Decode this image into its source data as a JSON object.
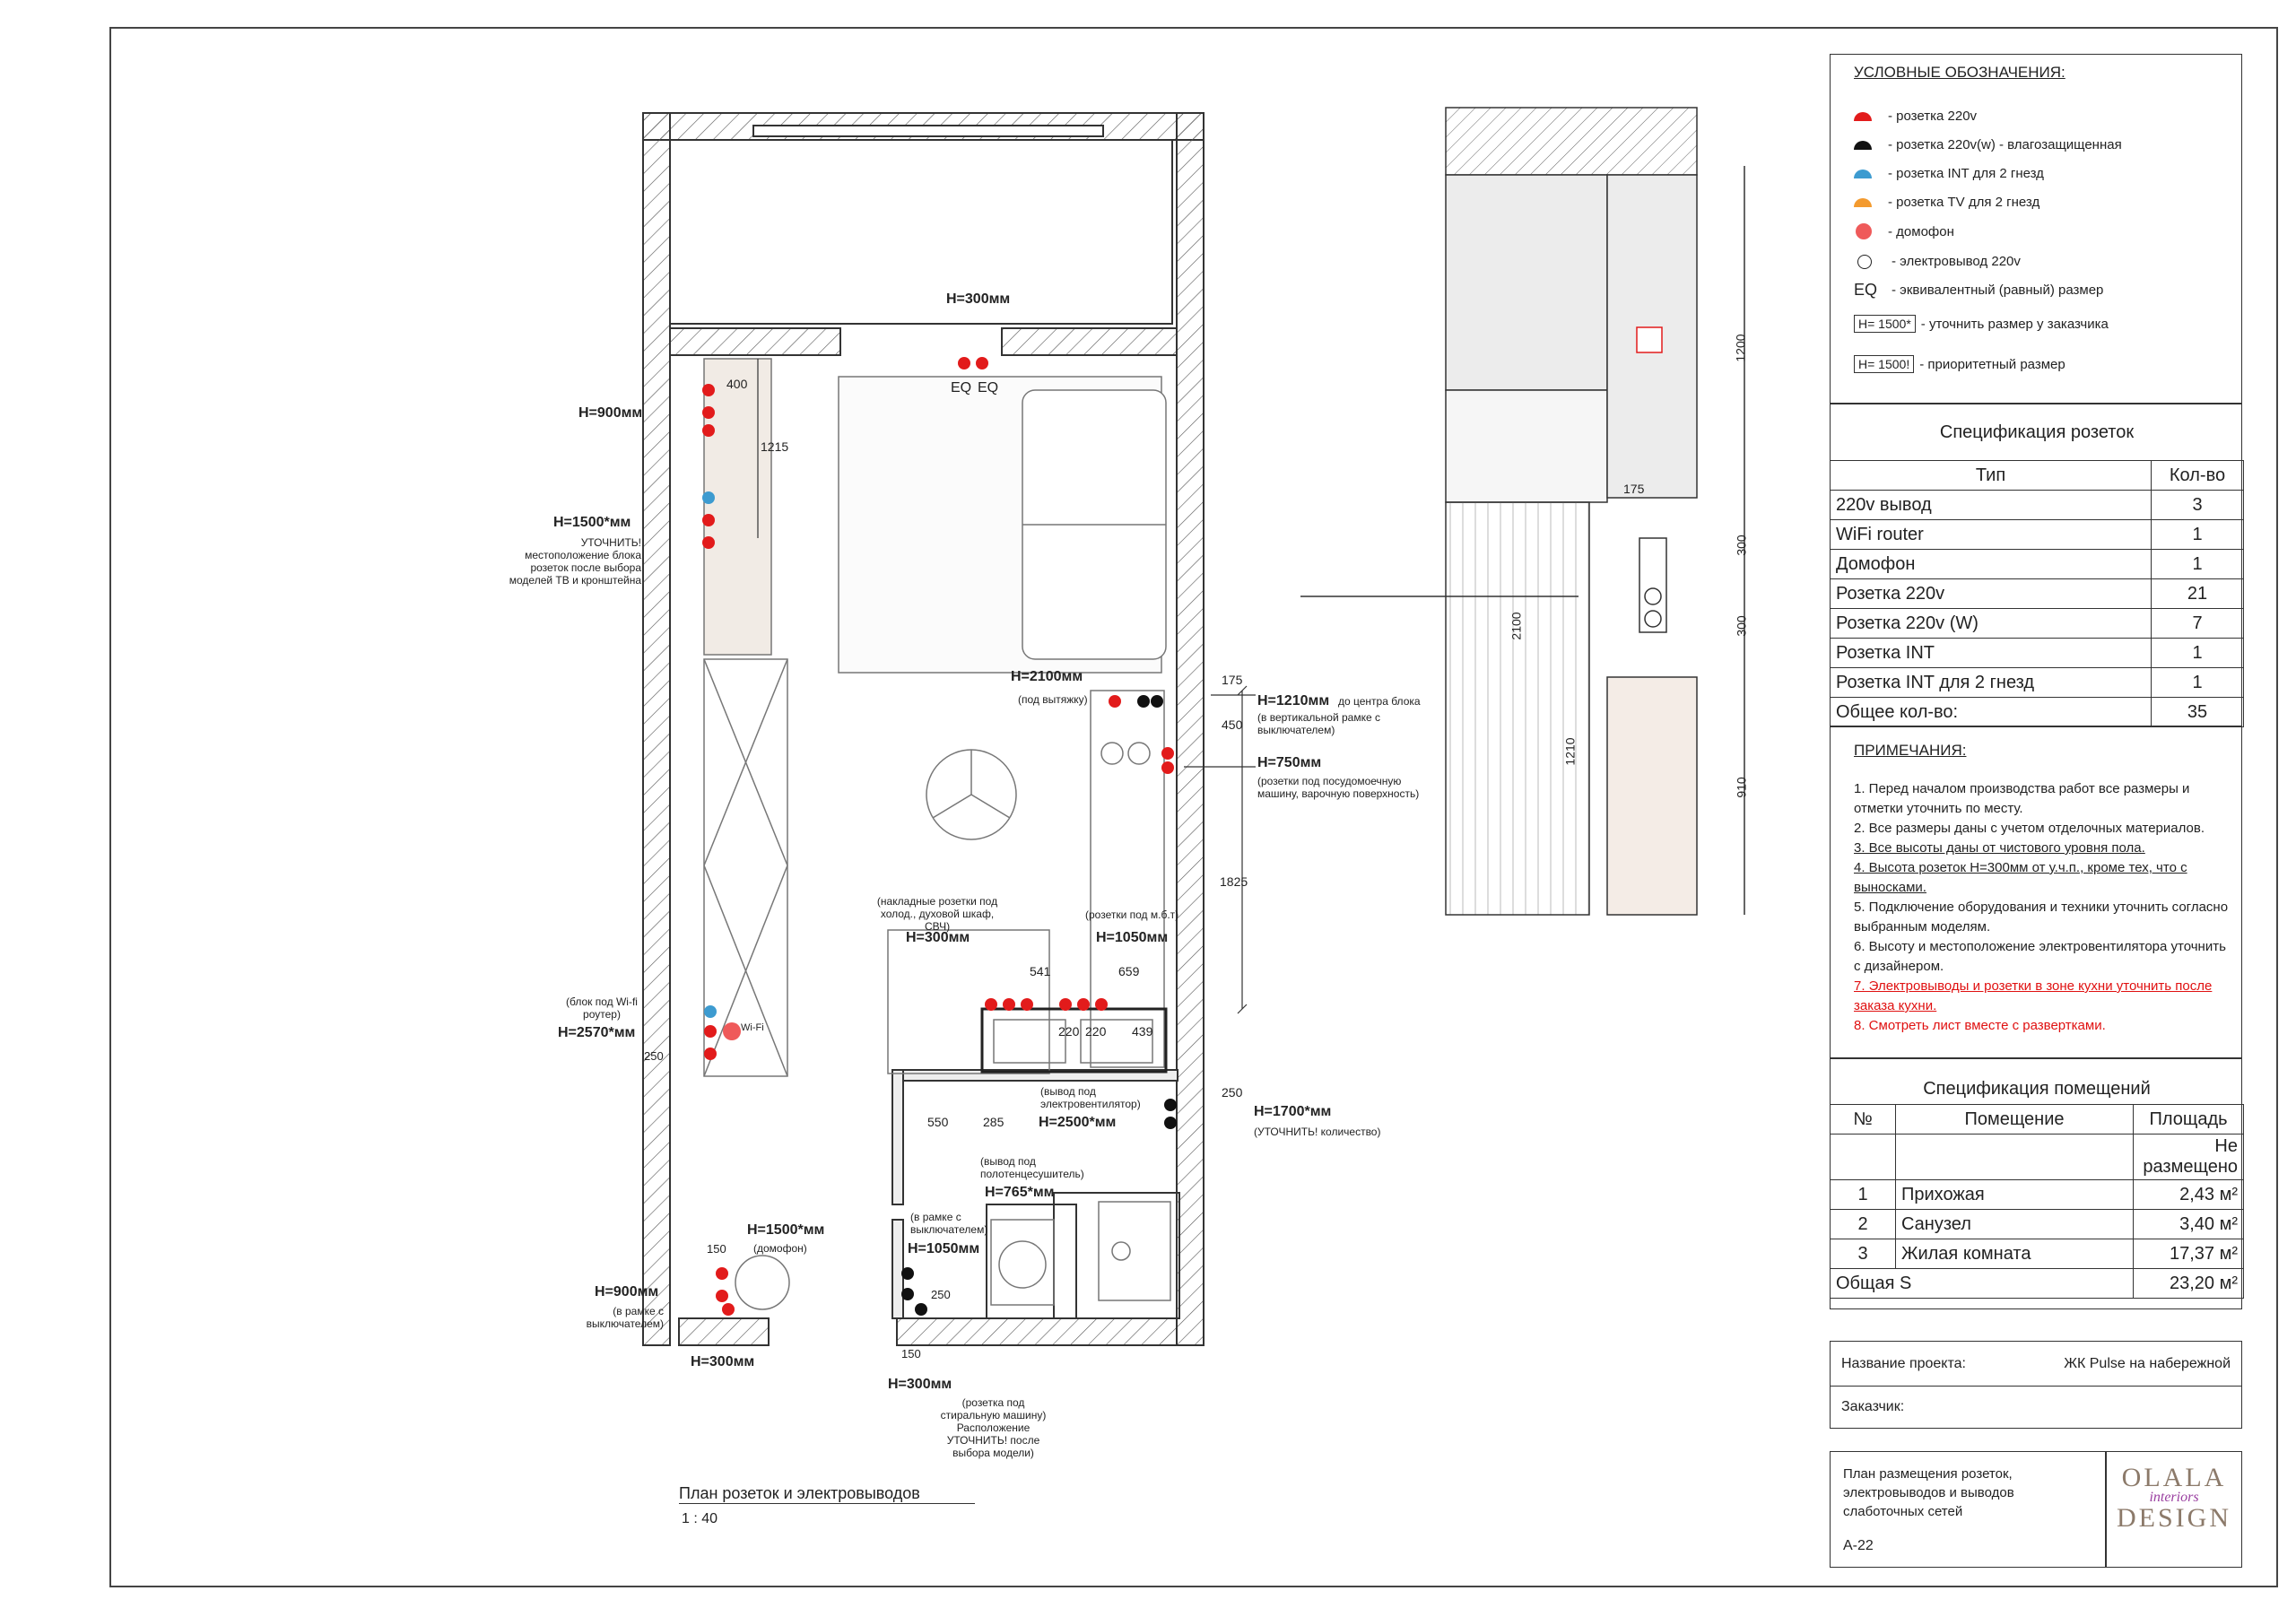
{
  "legend": {
    "title": "УСЛОВНЫЕ ОБОЗНАЧЕНИЯ:",
    "items": [
      {
        "icon": "socket-220v-icon",
        "label": "- розетка 220v"
      },
      {
        "icon": "socket-220v-waterproof-icon",
        "label": "- розетка 220v(w) - влагозащищенная"
      },
      {
        "icon": "socket-int-icon",
        "label": "- розетка INT для 2 гнезд"
      },
      {
        "icon": "socket-tv-icon",
        "label": "- розетка TV для 2 гнезд"
      },
      {
        "icon": "intercom-icon",
        "label": "- домофон"
      },
      {
        "icon": "power-outlet-icon",
        "label": "- электровывод 220v"
      },
      {
        "icon": "eq-icon",
        "label": "- эквивалентный (равный) размер",
        "symbol": "EQ"
      },
      {
        "icon": "clarify-size-icon",
        "label": "- уточнить размер у заказчика",
        "symbol": "H= 1500*"
      },
      {
        "icon": "priority-size-icon",
        "label": "- приоритетный размер",
        "symbol": "H= 1500!"
      }
    ]
  },
  "sockets_spec": {
    "title": "Спецификация розеток",
    "headers": [
      "Тип",
      "Кол-во"
    ],
    "rows": [
      [
        "220v вывод",
        "3"
      ],
      [
        "WiFi router",
        "1"
      ],
      [
        "Домофон",
        "1"
      ],
      [
        "Розетка 220v",
        "21"
      ],
      [
        "Розетка 220v (W)",
        "7"
      ],
      [
        "Розетка INT",
        "1"
      ],
      [
        "Розетка INT для 2 гнезд",
        "1"
      ],
      [
        "Общее кол-во:",
        "35"
      ]
    ]
  },
  "notes": {
    "title": "ПРИМЕЧАНИЯ:",
    "items": [
      {
        "text": "1. Перед началом производства работ все размеры и отметки уточнить по месту.",
        "style": ""
      },
      {
        "text": "2. Все размеры даны с учетом отделочных материалов.",
        "style": ""
      },
      {
        "text": "3. Все высоты даны от чистового уровня пола.",
        "style": "u"
      },
      {
        "text": "4. Высота розеток Н=300мм от у.ч.п., кроме тех, что с выносками.",
        "style": "u"
      },
      {
        "text": "5. Подключение оборудования и техники уточнить согласно выбранным моделям.",
        "style": ""
      },
      {
        "text": "6. Высоту и местоположение электровентилятора уточнить с дизайнером.",
        "style": ""
      },
      {
        "text": "7. Электровыводы и розетки в зоне кухни уточнить после заказа кухни.",
        "style": "red u"
      },
      {
        "text": "8. Смотреть лист вместе с развертками.",
        "style": "red"
      }
    ]
  },
  "rooms_spec": {
    "title": "Спецификация помещений",
    "headers": [
      "№",
      "Помещение",
      "Площадь"
    ],
    "rows": [
      [
        "",
        "",
        "Не размещено"
      ],
      [
        "1",
        "Прихожая",
        "2,43 м²"
      ],
      [
        "2",
        "Санузел",
        "3,40 м²"
      ],
      [
        "3",
        "Жилая комната",
        "17,37 м²"
      ]
    ],
    "total_label": "Общая S",
    "total_value": "23,20 м²"
  },
  "project": {
    "name_label": "Название проекта:",
    "name_value": "ЖК Pulse на набережной",
    "client_label": "Заказчик:",
    "sheet_title": "План размещения розеток, электровыводов и выводов слаботочных сетей",
    "sheet_code": "А-22",
    "logo_top": "OLALA",
    "logo_script": "interiors",
    "logo_bottom": "DESIGN"
  },
  "plan": {
    "title": "План розеток и электровыводов",
    "scale": "1 : 40",
    "labels": [
      {
        "id": "h300-top",
        "text": "Н=300мм",
        "bold": true
      },
      {
        "id": "eq1",
        "text": "EQ",
        "bold": false
      },
      {
        "id": "eq2",
        "text": "EQ",
        "bold": false
      },
      {
        "id": "h900-left",
        "text": "Н=900мм",
        "bold": true
      },
      {
        "id": "d400",
        "text": "400",
        "bold": false
      },
      {
        "id": "d1215",
        "text": "1215",
        "bold": false
      },
      {
        "id": "h1500",
        "text": "Н=1500*мм",
        "bold": true
      },
      {
        "id": "note-tv",
        "text": "УТОЧНИТЬ! местоположение блока розеток после выбора моделей ТВ и кронштейна",
        "bold": false
      },
      {
        "id": "h2100",
        "text": "Н=2100мм",
        "bold": true
      },
      {
        "id": "note-hood",
        "text": "(под вытяжку)",
        "bold": false
      },
      {
        "id": "d175",
        "text": "175",
        "bold": false
      },
      {
        "id": "h1210",
        "text": "Н=1210мм",
        "bold": true
      },
      {
        "id": "h1210-note",
        "text": "до центра блока",
        "bold": false
      },
      {
        "id": "note-frame",
        "text": "(в вертикальной рамке с выключателем)",
        "bold": false
      },
      {
        "id": "d450",
        "text": "450",
        "bold": false
      },
      {
        "id": "h750",
        "text": "Н=750мм",
        "bold": true
      },
      {
        "id": "note-dish",
        "text": "(розетки под посудомоечную машину, варочную поверхность)",
        "bold": false
      },
      {
        "id": "d1825",
        "text": "1825",
        "bold": false
      },
      {
        "id": "note-fridge",
        "text": "(накладные розетки под холод., духовой шкаф, СВЧ)",
        "bold": false
      },
      {
        "id": "h300-kitchen",
        "text": "Н=300мм",
        "bold": true
      },
      {
        "id": "note-mbt",
        "text": "(розетки под м.б.т)",
        "bold": false
      },
      {
        "id": "h1050-kitchen",
        "text": "Н=1050мм",
        "bold": true
      },
      {
        "id": "d541",
        "text": "541",
        "bold": false
      },
      {
        "id": "d659",
        "text": "659",
        "bold": false
      },
      {
        "id": "d220a",
        "text": "220",
        "bold": false
      },
      {
        "id": "d220b",
        "text": "220",
        "bold": false
      },
      {
        "id": "d439",
        "text": "439",
        "bold": false
      },
      {
        "id": "note-wifi",
        "text": "(блок под Wi-fi роутер)",
        "bold": false
      },
      {
        "id": "h2570",
        "text": "Н=2570*мм",
        "bold": true
      },
      {
        "id": "d250a",
        "text": "250",
        "bold": false
      },
      {
        "id": "wifi",
        "text": "Wi-Fi",
        "bold": false
      },
      {
        "id": "note-fan",
        "text": "(вывод под электровентилятор)",
        "bold": false
      },
      {
        "id": "h2500",
        "text": "Н=2500*мм",
        "bold": true
      },
      {
        "id": "d550",
        "text": "550",
        "bold": false
      },
      {
        "id": "d285",
        "text": "285",
        "bold": false
      },
      {
        "id": "d250b",
        "text": "250",
        "bold": false
      },
      {
        "id": "h1700",
        "text": "Н=1700*мм",
        "bold": true
      },
      {
        "id": "note-qty",
        "text": "(УТОЧНИТЬ! количество)",
        "bold": false
      },
      {
        "id": "note-towel",
        "text": "(вывод под полотенцесушитель)",
        "bold": false
      },
      {
        "id": "h765",
        "text": "Н=765*мм",
        "bold": true
      },
      {
        "id": "note-frame2",
        "text": "(в рамке с выключателем)",
        "bold": false
      },
      {
        "id": "h1050-bath",
        "text": "Н=1050мм",
        "bold": true
      },
      {
        "id": "h1500-hall",
        "text": "Н=1500*мм",
        "bold": true
      },
      {
        "id": "note-intercom",
        "text": "(домофон)",
        "bold": false
      },
      {
        "id": "d150a",
        "text": "150",
        "bold": false
      },
      {
        "id": "h900-hall",
        "text": "Н=900мм",
        "bold": true
      },
      {
        "id": "note-frame3",
        "text": "(в рамке с выключателем)",
        "bold": false
      },
      {
        "id": "d250c",
        "text": "250",
        "bold": false
      },
      {
        "id": "d150b",
        "text": "150",
        "bold": false
      },
      {
        "id": "h300-hall",
        "text": "Н=300мм",
        "bold": true
      },
      {
        "id": "h300-bath",
        "text": "Н=300мм",
        "bold": true
      },
      {
        "id": "note-washer",
        "text": "(розетка под стиральную машину) Расположение УТОЧНИТЬ! после выбора модели)",
        "bold": false
      }
    ]
  },
  "elevation": {
    "dims": [
      "1200",
      "175",
      "300",
      "300",
      "2100",
      "1210",
      "910"
    ]
  },
  "colors": {
    "socket": "#e21b1b",
    "waterproof": "#111111",
    "int": "#3d9bd0",
    "tv": "#f39a2e",
    "intercom": "#ef5a5a"
  }
}
